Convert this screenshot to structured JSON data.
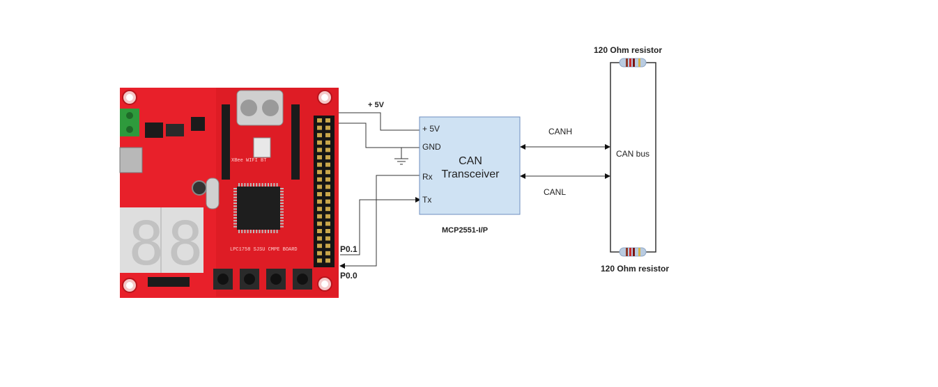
{
  "supply": {
    "label": "+ 5V"
  },
  "transceiver": {
    "title_line1": "CAN",
    "title_line2": "Transceiver",
    "pin_vcc": "+ 5V",
    "pin_gnd": "GND",
    "pin_rx": "Rx",
    "pin_tx": "Tx",
    "part_number": "MCP2551-I/P",
    "fill_color": "#cfe2f3",
    "border_color": "#6c8ebf"
  },
  "board": {
    "pin_p01": "P0.1",
    "pin_p00": "P0.0",
    "silkscreen_chip": "LPC1758 SJSU CMPE BOARD",
    "silkscreen_radio": "XBee WIFI BT",
    "pcb_color": "#e8202a"
  },
  "bus": {
    "canh_label": "CANH",
    "canl_label": "CANL",
    "bus_label": "CAN bus",
    "resistor_top_label": "120 Ohm resistor",
    "resistor_bottom_label": "120 Ohm resistor"
  }
}
